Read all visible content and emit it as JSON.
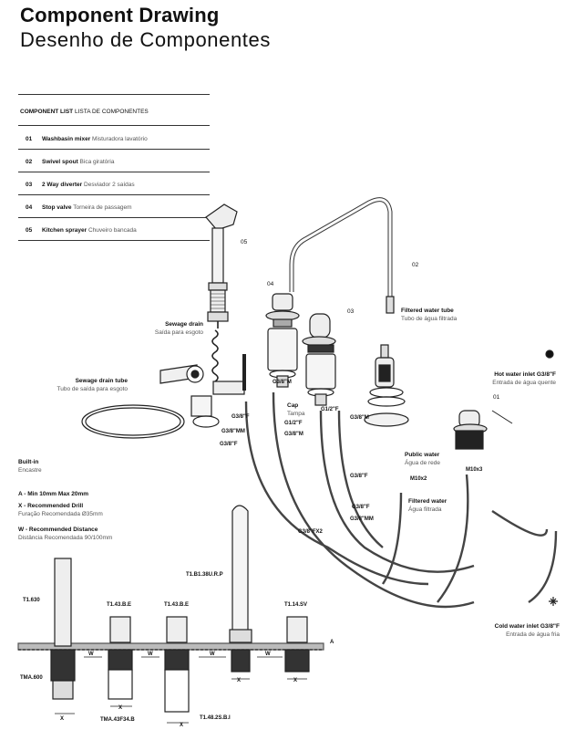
{
  "header": {
    "title_en": "Component Drawing",
    "title_pt": "Desenho de Componentes"
  },
  "component_list": {
    "heading_en": "COMPONENT LIST",
    "heading_pt": "LISTA DE COMPONENTES",
    "items": [
      {
        "num": "01",
        "en": "Washbasin mixer",
        "pt": "Misturadora lavatório"
      },
      {
        "num": "02",
        "en": "Swivel spout",
        "pt": "Bica giratória"
      },
      {
        "num": "03",
        "en": "2 Way diverter",
        "pt": "Desviador 2 saídas"
      },
      {
        "num": "04",
        "en": "Stop valve",
        "pt": "Torneira de passagem"
      },
      {
        "num": "05",
        "en": "Kitchen sprayer",
        "pt": "Chuveiro bancada"
      }
    ]
  },
  "callouts": {
    "n05": "05",
    "n02": "02",
    "n04": "04",
    "n03": "03",
    "n01": "01",
    "sewage_drain_en": "Sewage drain",
    "sewage_drain_pt": "Saída para esgoto",
    "sewage_tube_en": "Sewage drain tube",
    "sewage_tube_pt": "Tubo de saída para esgoto",
    "filtered_tube_en": "Filtered water tube",
    "filtered_tube_pt": "Tubo de água filtrada",
    "hot_inlet_en": "Hot water inlet G3/8\"F",
    "hot_inlet_pt": "Entrada de água quente",
    "cap_en": "Cap",
    "cap_pt": "Tampa",
    "public_water_en": "Public water",
    "public_water_pt": "Água de rede",
    "filtered_water_en": "Filtered water",
    "filtered_water_pt": "Água filtrada",
    "cold_inlet_en": "Cold water inlet G3/8\"F",
    "cold_inlet_pt": "Entrada de água fria"
  },
  "fittings": {
    "g38m_a": "G3/8\"M",
    "g12f": "G1/2\"F",
    "g38m_b": "G3/8\"M",
    "g12f_b": "G1/2\"F",
    "g38m_c": "G3/8\"M",
    "g38f_a": "G3/8\"F",
    "g38mm_a": "G3/8\"MM",
    "g38f_b": "G3/8\"F",
    "g38f_c": "G3/8\"F",
    "m10x2": "M10x2",
    "m10x3": "M10x3",
    "g38f_d": "G3/8\"F",
    "g38mm_b": "G3/8\"MM",
    "g38fx2": "G3/8\"FX2"
  },
  "install_notes": {
    "builtin_en": "Built-in",
    "builtin_pt": "Encastre",
    "a_note": "A - Min 10mm Max 20mm",
    "x_note_en": "X - Recommended Drill",
    "x_note_pt": "Furação Recomendada Ø35mm",
    "w_note_en": "W - Recommended Distance",
    "w_note_pt": "Distância Recomendada 90/100mm"
  },
  "codes": {
    "t1630": "T1.630",
    "t143a": "T1.43.B.E",
    "t143b": "T1.43.B.E",
    "t1b": "T1.B1.38U.R.P",
    "t114": "T1.14.SV",
    "tma600": "TMA.600",
    "tma43": "TMA.43F34.B",
    "t148": "T1.48.2S.B.I",
    "dim_w": "W",
    "dim_x": "X",
    "dim_a": "A"
  }
}
